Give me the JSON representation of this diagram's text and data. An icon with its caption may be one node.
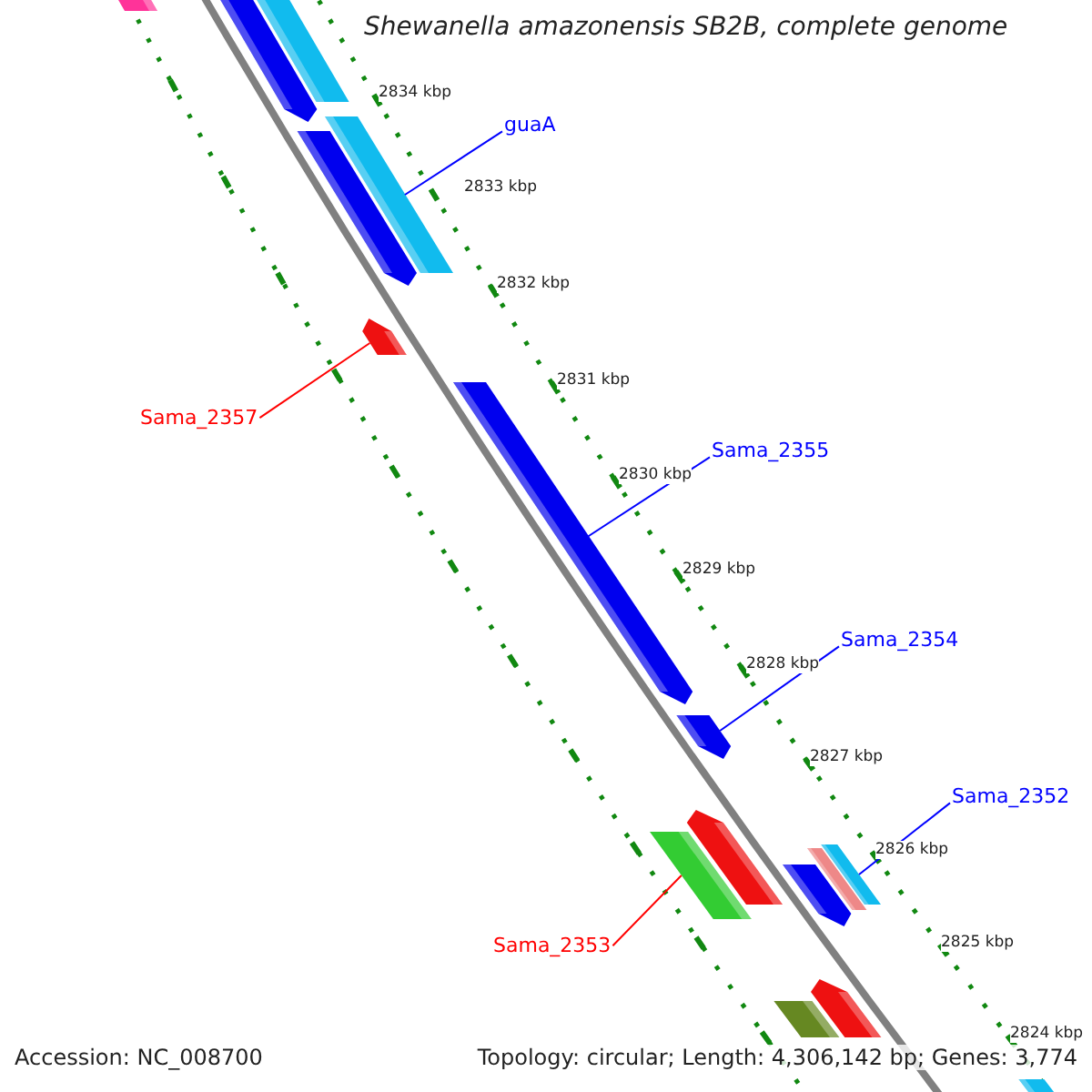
{
  "diagram": {
    "title": "Shewanella amazonensis SB2B, complete genome",
    "nodes": [
      {
        "text": [
          "guaA"
        ]
      },
      {
        "text": [
          "Sama_2357"
        ]
      },
      {
        "text": [
          "Sama_2355"
        ]
      },
      {
        "text": [
          "Sama_2354"
        ]
      },
      {
        "text": [
          "Sama_2352"
        ]
      },
      {
        "text": [
          "Sama_2353"
        ]
      },
      {
        "text": [],
        "shape": "bar"
      },
      {
        "text": [],
        "shape": "bar"
      },
      {
        "text": [],
        "shape": "bar"
      },
      {
        "text": [],
        "shape": "bar"
      },
      {
        "text": [],
        "shape": "bar"
      },
      {
        "text": [],
        "shape": "bar"
      },
      {
        "text": [],
        "shape": "bar"
      },
      {
        "text": [],
        "shape": "bar"
      },
      {
        "text": [],
        "shape": "bar"
      },
      {
        "text": [],
        "shape": "bar"
      },
      {
        "text": [],
        "shape": "bar"
      },
      {
        "text": [],
        "shape": "bar"
      },
      {
        "text": [],
        "shape": "bar"
      },
      {
        "text": [],
        "shape": "bar"
      },
      {
        "text": [],
        "shape": "bar"
      },
      {
        "text": [],
        "shape": "bar"
      }
    ],
    "edges": [
      {
        "from": 0,
        "to": 9,
        "arrow": "none"
      },
      {
        "from": 1,
        "to": 11,
        "arrow": "none",
        "color": "#ff0000"
      },
      {
        "from": 2,
        "to": 12,
        "arrow": "none"
      },
      {
        "from": 3,
        "to": 13,
        "arrow": "none"
      },
      {
        "from": 4,
        "to": 17,
        "arrow": "none"
      },
      {
        "from": 5,
        "to": 15,
        "arrow": "none",
        "color": "#ff0000"
      }
    ],
    "labels": [
      "2834 kbp",
      "2833 kbp",
      "2832 kbp",
      "2831 kbp",
      "2830 kbp",
      "2829 kbp",
      "2828 kbp",
      "2827 kbp",
      "2826 kbp",
      "2825 kbp",
      "2824 kbp",
      "Accession: NC_008700",
      "Topology: circular; Length: 4,306,142 bp; Genes: 3,774"
    ]
  }
}
